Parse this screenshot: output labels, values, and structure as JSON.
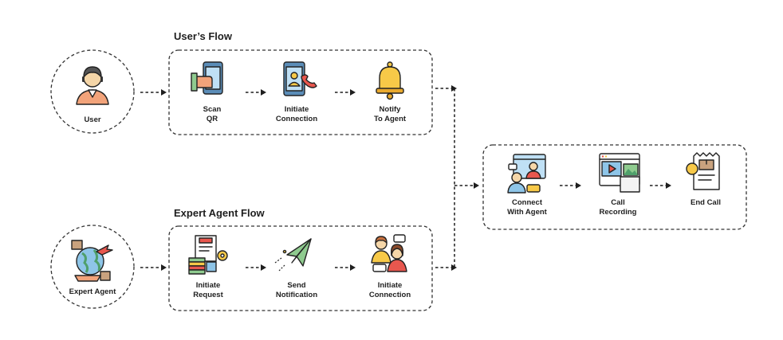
{
  "users_flow": {
    "title": "User’s Flow",
    "actor": "User",
    "steps": [
      {
        "line1": "Scan",
        "line2": "QR",
        "icon": "phone-scan-icon"
      },
      {
        "line1": "Initiate",
        "line2": "Connection",
        "icon": "phone-call-icon"
      },
      {
        "line1": "Notify",
        "line2": "To Agent",
        "icon": "bell-icon"
      }
    ]
  },
  "agent_flow": {
    "title": "Expert Agent Flow",
    "actor": "Expert Agent",
    "steps": [
      {
        "line1": "Initiate",
        "line2": "Request",
        "icon": "request-documents-icon"
      },
      {
        "line1": "Send",
        "line2": "Notification",
        "icon": "paper-plane-icon"
      },
      {
        "line1": "Initiate",
        "line2": "Connection",
        "icon": "two-people-chat-icon"
      }
    ]
  },
  "result_flow": {
    "steps": [
      {
        "line1": "Connect",
        "line2": "With Agent",
        "icon": "video-call-icon"
      },
      {
        "line1": "Call",
        "line2": "Recording",
        "icon": "video-recording-icon"
      },
      {
        "line1": "End Call",
        "line2": "",
        "icon": "receipt-icon"
      }
    ]
  },
  "colors": {
    "yellow": "#F7C948",
    "orange": "#F2A37A",
    "blue": "#8EC5E8",
    "green": "#8FCB8F",
    "brown": "#C9A27E"
  }
}
